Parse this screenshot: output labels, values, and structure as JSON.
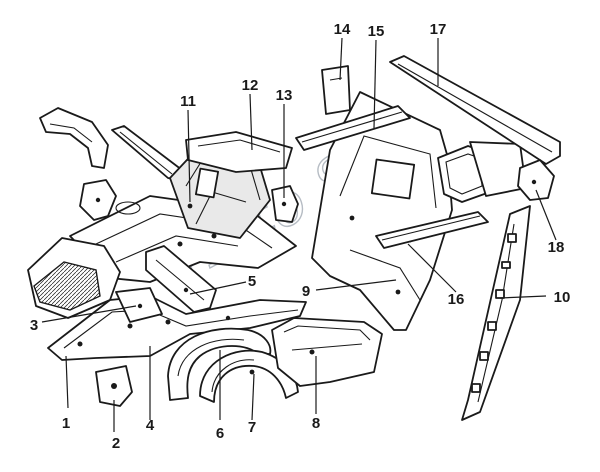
{
  "diagram": {
    "watermark": "Auto Soft",
    "callouts": [
      {
        "id": "1",
        "label": "1"
      },
      {
        "id": "2",
        "label": "2"
      },
      {
        "id": "3",
        "label": "3"
      },
      {
        "id": "4",
        "label": "4"
      },
      {
        "id": "5",
        "label": "5"
      },
      {
        "id": "6",
        "label": "6"
      },
      {
        "id": "7",
        "label": "7"
      },
      {
        "id": "8",
        "label": "8"
      },
      {
        "id": "9",
        "label": "9"
      },
      {
        "id": "10",
        "label": "10"
      },
      {
        "id": "11",
        "label": "11"
      },
      {
        "id": "12",
        "label": "12"
      },
      {
        "id": "13",
        "label": "13"
      },
      {
        "id": "14",
        "label": "14"
      },
      {
        "id": "15",
        "label": "15"
      },
      {
        "id": "16",
        "label": "16"
      },
      {
        "id": "17",
        "label": "17"
      },
      {
        "id": "18",
        "label": "18"
      }
    ]
  }
}
